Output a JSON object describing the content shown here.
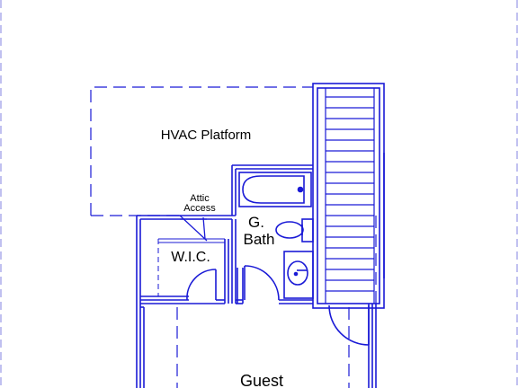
{
  "colors": {
    "wall": "#1a1ad6",
    "border": "#8080e0",
    "text": "#000000",
    "background": "#ffffff"
  },
  "labels": {
    "hvac": "HVAC Platform",
    "attic_line1": "Attic",
    "attic_line2": "Access",
    "bath_line1": "G.",
    "bath_line2": "Bath",
    "wic": "W.I.C.",
    "guest": "Guest"
  }
}
